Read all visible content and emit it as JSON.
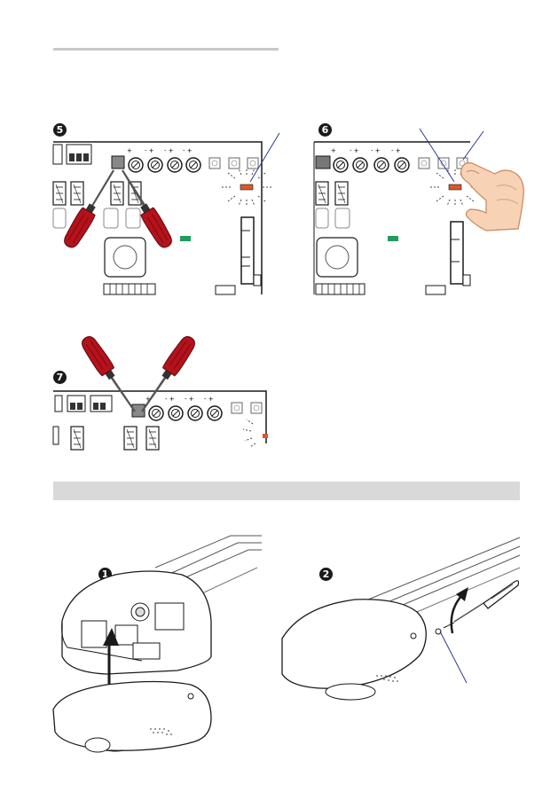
{
  "steps": {
    "step5": "5",
    "step6": "6",
    "step7": "7"
  },
  "cover_steps": {
    "step1": "1",
    "step2": "2"
  },
  "colors": {
    "screwdriver_handle": "#b5121b",
    "led_red": "#d9572b",
    "led_green": "#1e9e5a",
    "pointer_line": "#2a3a8c",
    "section_band": "#d9d9d9",
    "board_line": "#1a1a1a"
  },
  "icons": [
    "screwdriver-icon",
    "finger-press-icon",
    "led-blink-icon",
    "up-arrow-icon",
    "curved-arrow-icon"
  ]
}
